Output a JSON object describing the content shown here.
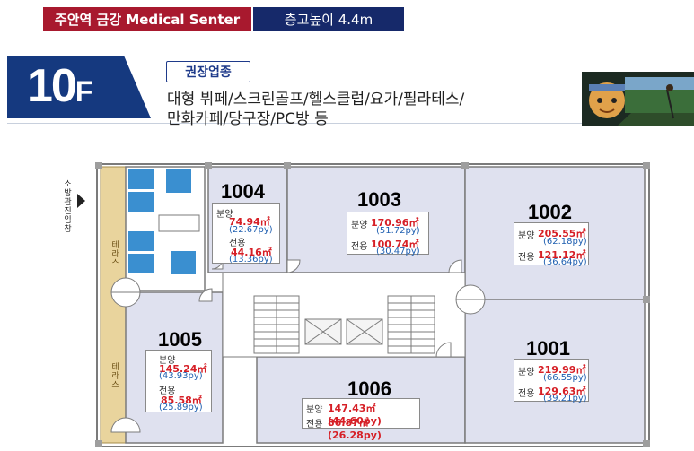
{
  "header": {
    "location_label": "주안역 금강 Medical Senter",
    "ceiling_label": "층고높이 4.4m"
  },
  "floor": {
    "number": "10",
    "suffix": "F"
  },
  "recommend": {
    "title": "권장업종",
    "line1": "대형 뷔페/스크린골프/헬스클럽/요가/필라테스/",
    "line2": "만화카페/당구장/PC방 등"
  },
  "side_labels": {
    "fire_entry": "소방관진입창",
    "terrace_top": "테라스",
    "terrace_bottom": "테라스"
  },
  "labels": {
    "sale": "분양",
    "exclusive": "전용"
  },
  "units": [
    {
      "id": "1004",
      "sale_m2": "74.94㎡",
      "sale_py": "(22.67py)",
      "excl_m2": "44.16㎡",
      "excl_py": "(13.36py)"
    },
    {
      "id": "1003",
      "sale_m2": "170.96㎡",
      "sale_py": "(51.72py)",
      "excl_m2": "100.74㎡",
      "excl_py": "(30.47py)"
    },
    {
      "id": "1002",
      "sale_m2": "205.55㎡",
      "sale_py": "(62.18py)",
      "excl_m2": "121.12㎡",
      "excl_py": "(36.64py)"
    },
    {
      "id": "1005",
      "sale_m2": "145.24㎡",
      "sale_py": "(43.93py)",
      "excl_m2": "85.58㎡",
      "excl_py": "(25.89py)"
    },
    {
      "id": "1006",
      "sale_m2": "147.43㎡(44.60py)",
      "excl_m2": "86.87㎡(26.28py)"
    },
    {
      "id": "1001",
      "sale_m2": "219.99㎡",
      "sale_py": "(66.55py)",
      "excl_m2": "129.63㎡",
      "excl_py": "(39.21py)"
    }
  ],
  "colors": {
    "header_red": "#a8192e",
    "header_blue": "#16296a",
    "floor_tab": "#15397f",
    "room_fill": "#dfe1ef",
    "terrace_fill": "#e9d49d",
    "toilet_fill": "#3a8fd0",
    "area_red": "#d61f26",
    "area_blue": "#1f5fb0"
  }
}
